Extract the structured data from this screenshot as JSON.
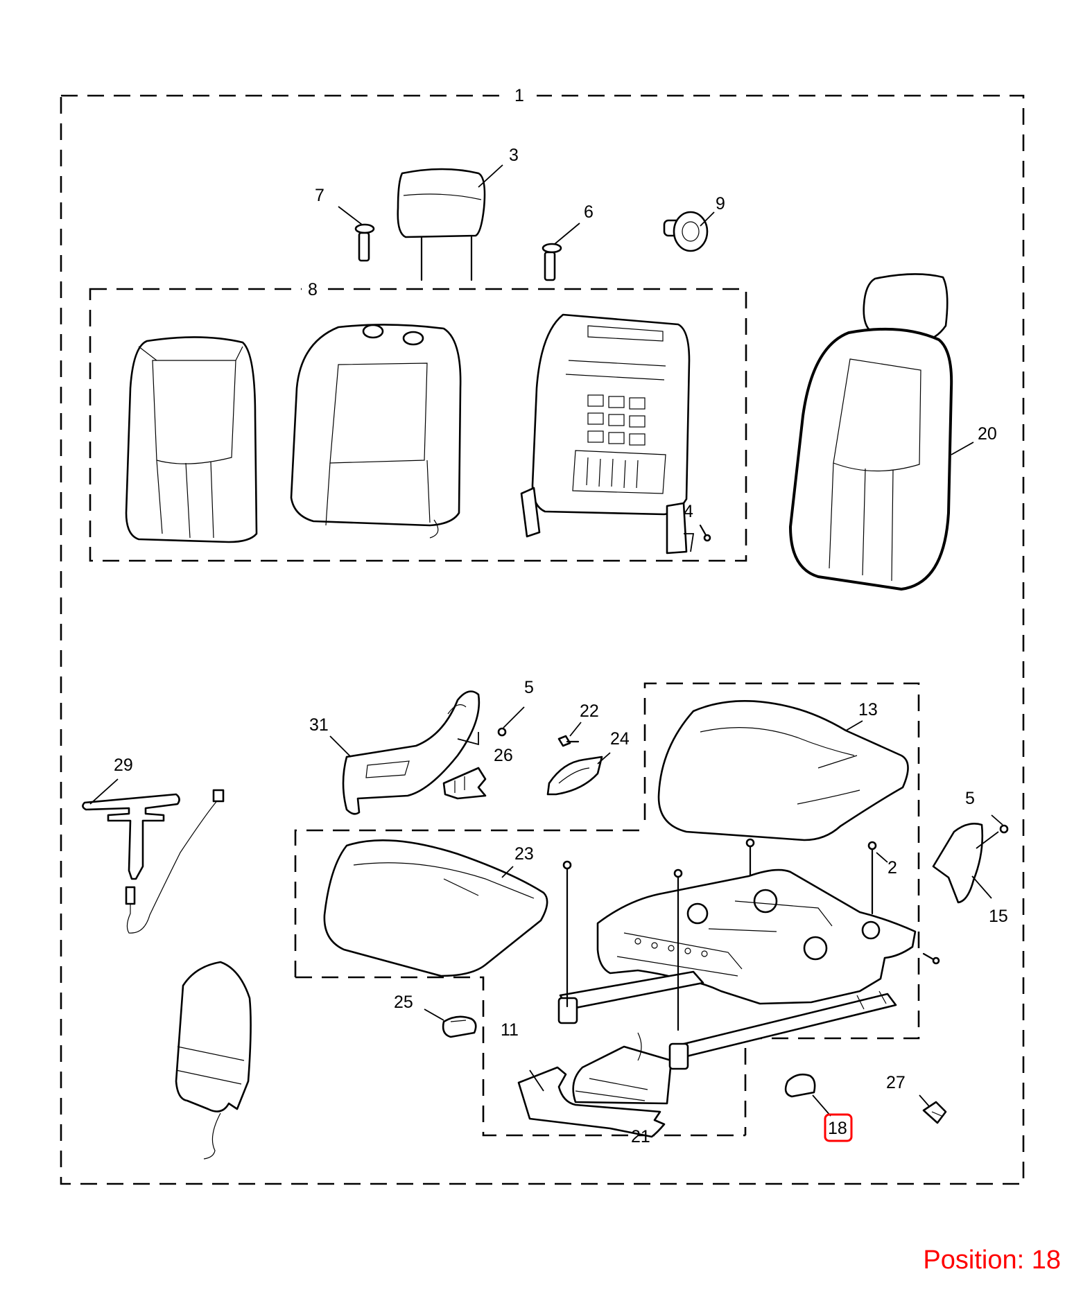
{
  "diagram": {
    "callouts": [
      "1",
      "2",
      "3",
      "4",
      "5",
      "5",
      "6",
      "7",
      "8",
      "9",
      "11",
      "13",
      "15",
      "18",
      "20",
      "21",
      "22",
      "23",
      "24",
      "25",
      "26",
      "27",
      "29",
      "31"
    ],
    "highlight_color": "#ff0000",
    "highlighted_callout": "18"
  },
  "footer": {
    "position_text": "Position: 18"
  }
}
